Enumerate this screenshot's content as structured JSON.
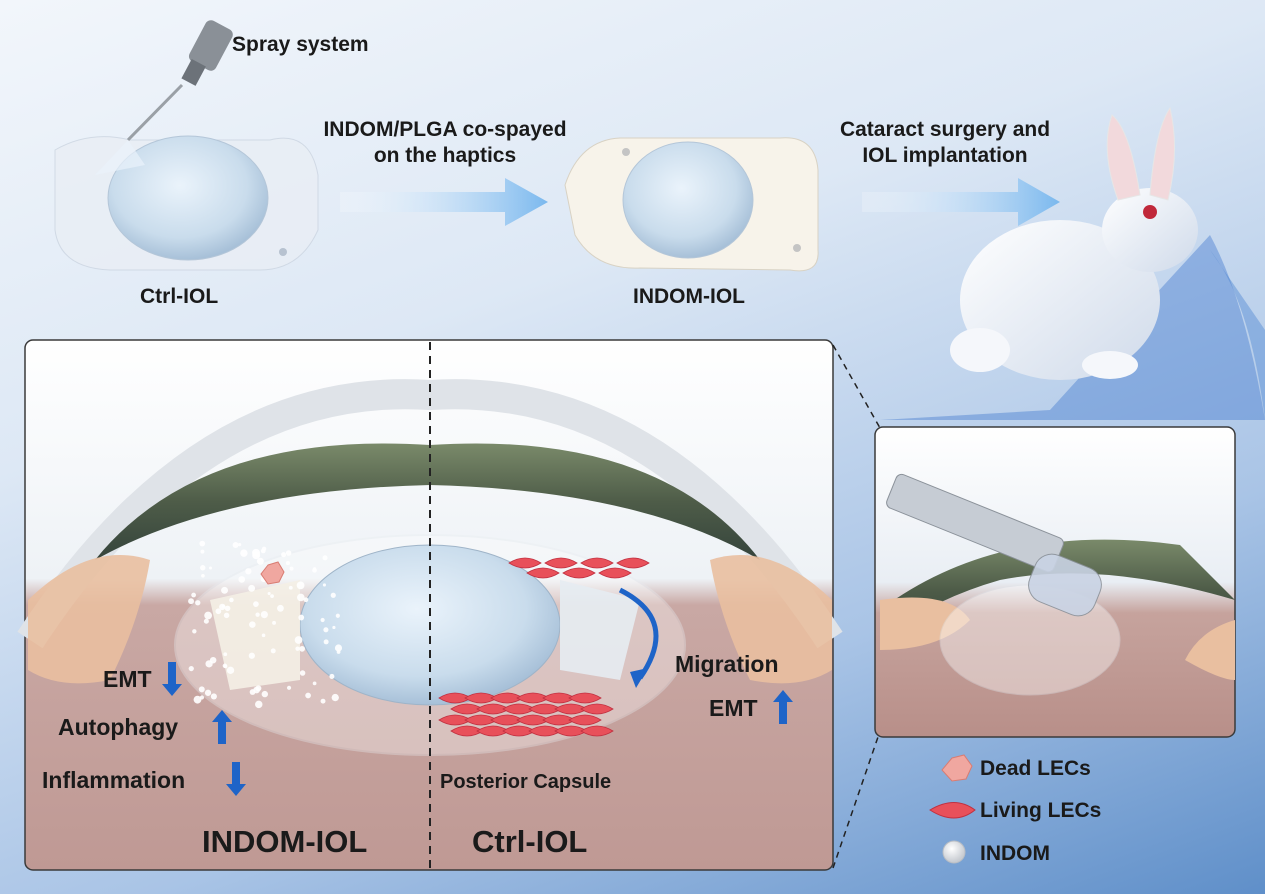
{
  "workflow": {
    "spray_label": "Spray system",
    "step1_label": "INDOM/PLGA co-spayed\non the haptics",
    "step2_label": "Cataract surgery and\nIOL implantation",
    "ctrl_iol_label": "Ctrl-IOL",
    "indom_iol_label": "INDOM-IOL"
  },
  "eye_panel": {
    "left_title": "INDOM-IOL",
    "right_title": "Ctrl-IOL",
    "left_effects": [
      {
        "label": "EMT",
        "direction": "down"
      },
      {
        "label": "Autophagy",
        "direction": "up"
      },
      {
        "label": "Inflammation",
        "direction": "down"
      }
    ],
    "right_effects": [
      {
        "label": "Migration",
        "direction": "none"
      },
      {
        "label": "EMT",
        "direction": "up"
      }
    ],
    "posterior_label": "Posterior Capsule"
  },
  "legend": {
    "items": [
      {
        "label": "Dead LECs",
        "icon": "dead-lec-icon"
      },
      {
        "label": "Living LECs",
        "icon": "living-lec-icon"
      },
      {
        "label": "INDOM",
        "icon": "indom-particle-icon"
      }
    ]
  },
  "colors": {
    "arrow_blue": "#1e64c8",
    "flow_arrow": "#8cc4f0",
    "lec_red": "#e8505a",
    "panel_border": "#3a3a3a"
  }
}
